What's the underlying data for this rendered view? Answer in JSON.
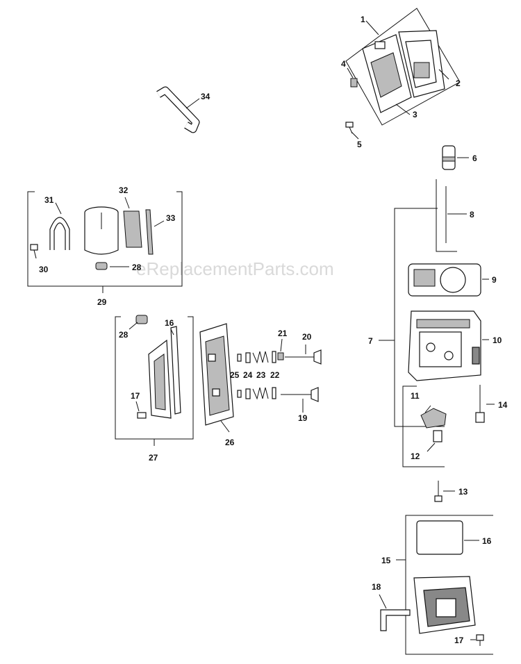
{
  "watermark": "eReplacementParts.com",
  "callouts": {
    "c1": "1",
    "c2": "2",
    "c3": "3",
    "c4": "4",
    "c5": "5",
    "c6": "6",
    "c7": "7",
    "c8": "8",
    "c9": "9",
    "c10": "10",
    "c11": "11",
    "c12": "12",
    "c13": "13",
    "c14": "14",
    "c15": "15",
    "c16a": "16",
    "c16b": "16",
    "c17a": "17",
    "c17b": "17",
    "c18": "18",
    "c19": "19",
    "c20": "20",
    "c21": "21",
    "c22": "22",
    "c23": "23",
    "c24": "24",
    "c25": "25",
    "c26": "26",
    "c27": "27",
    "c28a": "28",
    "c28b": "28",
    "c29": "29",
    "c30": "30",
    "c31": "31",
    "c32": "32",
    "c33": "33",
    "c34": "34"
  }
}
